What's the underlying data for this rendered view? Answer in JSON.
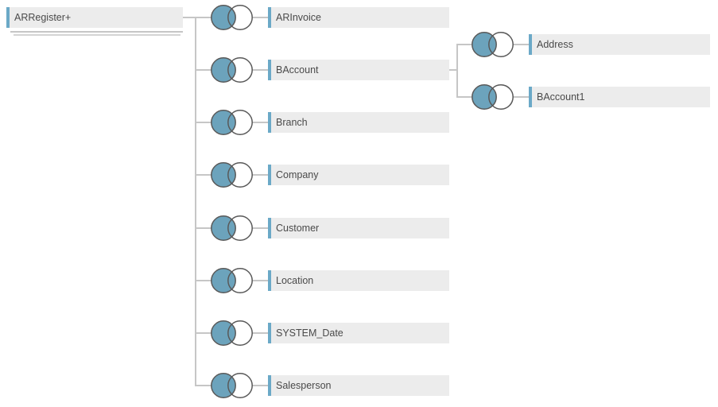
{
  "diagram": {
    "root": {
      "label": "ARRegister+",
      "type": "union-table"
    },
    "tables": [
      {
        "label": "ARInvoice",
        "join": "left"
      },
      {
        "label": "BAccount",
        "join": "left",
        "children": [
          {
            "label": "Address",
            "join": "left"
          },
          {
            "label": "BAccount1",
            "join": "left"
          }
        ]
      },
      {
        "label": "Branch",
        "join": "left"
      },
      {
        "label": "Company",
        "join": "left"
      },
      {
        "label": "Customer",
        "join": "left"
      },
      {
        "label": "Location",
        "join": "left"
      },
      {
        "label": "SYSTEM_Date",
        "join": "left"
      },
      {
        "label": "Salesperson",
        "join": "left"
      }
    ],
    "icon_legend": {
      "join_icon": "left-join-venn"
    }
  },
  "colors": {
    "accent": "#6BA9C7",
    "venn-fill": "#6CA3BC",
    "venn-stroke": "#595959",
    "box-bg": "#ECECEC",
    "connector": "#C6C6C6",
    "text": "#4A4A4A",
    "canvas-bg": "#FFFFFF"
  }
}
